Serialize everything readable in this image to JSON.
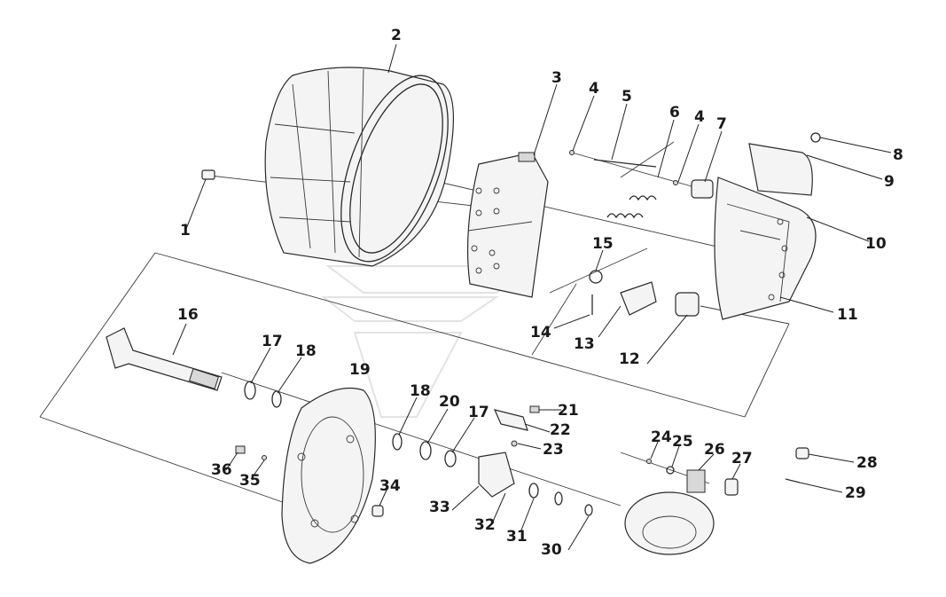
{
  "callouts": [
    {
      "id": "c1",
      "label": "1"
    },
    {
      "id": "c2",
      "label": "2"
    },
    {
      "id": "c3",
      "label": "3"
    },
    {
      "id": "c4a",
      "label": "4"
    },
    {
      "id": "c5",
      "label": "5"
    },
    {
      "id": "c6",
      "label": "6"
    },
    {
      "id": "c4b",
      "label": "4"
    },
    {
      "id": "c7",
      "label": "7"
    },
    {
      "id": "c8",
      "label": "8"
    },
    {
      "id": "c9",
      "label": "9"
    },
    {
      "id": "c10",
      "label": "10"
    },
    {
      "id": "c11",
      "label": "11"
    },
    {
      "id": "c12",
      "label": "12"
    },
    {
      "id": "c13",
      "label": "13"
    },
    {
      "id": "c14",
      "label": "14"
    },
    {
      "id": "c15",
      "label": "15"
    },
    {
      "id": "c16",
      "label": "16"
    },
    {
      "id": "c17a",
      "label": "17"
    },
    {
      "id": "c18a",
      "label": "18"
    },
    {
      "id": "c19",
      "label": "19"
    },
    {
      "id": "c18b",
      "label": "18"
    },
    {
      "id": "c20",
      "label": "20"
    },
    {
      "id": "c17b",
      "label": "17"
    },
    {
      "id": "c21",
      "label": "21"
    },
    {
      "id": "c22",
      "label": "22"
    },
    {
      "id": "c23",
      "label": "23"
    },
    {
      "id": "c24",
      "label": "24"
    },
    {
      "id": "c25",
      "label": "25"
    },
    {
      "id": "c26",
      "label": "26"
    },
    {
      "id": "c27",
      "label": "27"
    },
    {
      "id": "c28",
      "label": "28"
    },
    {
      "id": "c29",
      "label": "29"
    },
    {
      "id": "c30",
      "label": "30"
    },
    {
      "id": "c31",
      "label": "31"
    },
    {
      "id": "c32",
      "label": "32"
    },
    {
      "id": "c33",
      "label": "33"
    },
    {
      "id": "c34",
      "label": "34"
    },
    {
      "id": "c35",
      "label": "35"
    },
    {
      "id": "c36",
      "label": "36"
    }
  ]
}
